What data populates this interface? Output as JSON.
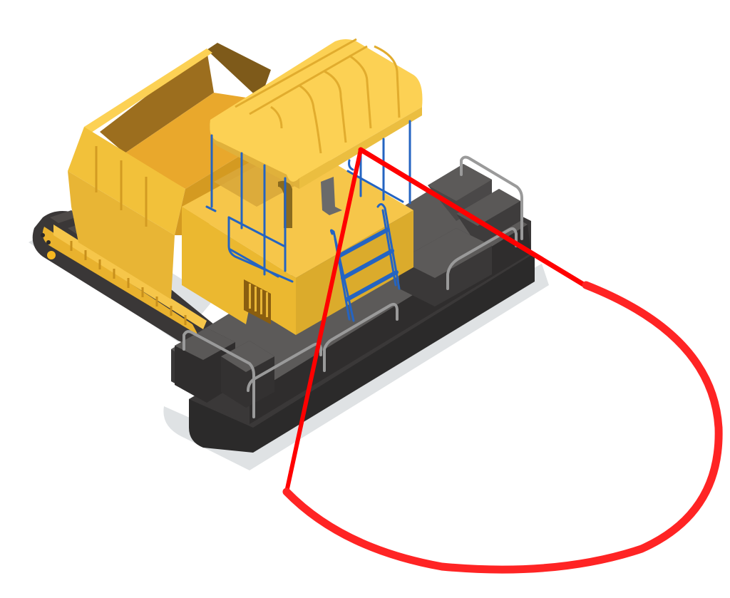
{
  "image": {
    "caption": "Isometric illustration of a yellow tracked dump vehicle with a canopy cab on a dark platform, with a red annotation loop",
    "subject": "tracked dump vehicle",
    "annotation": "red freehand loop"
  },
  "colors": {
    "background": "#ffffff",
    "shadow": "#dfe2e4",
    "yellow_light": "#fcd154",
    "yellow_mid": "#f2c13a",
    "yellow_side": "#e8b535",
    "yellow_dark": "#d49a21",
    "bed_inner_floor": "#e9a82c",
    "bed_inner_wall": "#9c6e1e",
    "bed_inner_back": "#7e5a1a",
    "track_dark": "#3a3737",
    "track_tread": "#4e4a48",
    "platform_top": "#5c5a59",
    "platform_side": "#3a3838",
    "platform_front": "#2b2a2a",
    "rail_gray": "#9a9a9a",
    "ladder_blue": "#2464c2",
    "annotation_red": "#ff1f1f"
  }
}
